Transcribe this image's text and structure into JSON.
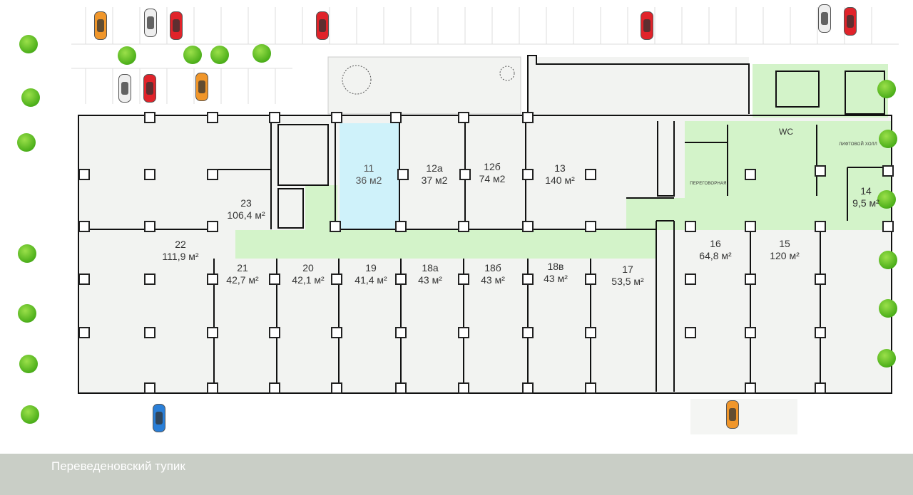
{
  "street_name": "Переведеновский тупик",
  "colors": {
    "corridor": "#d3f3c9",
    "selected": "#cff2fa",
    "interior": "#f2f3f1",
    "road": "#c9cec6"
  },
  "rooms": [
    {
      "id": "11",
      "area": "36 м2",
      "selected": true
    },
    {
      "id": "12а",
      "area": "37 м2"
    },
    {
      "id": "12б",
      "area": "74 м2"
    },
    {
      "id": "13",
      "area": "140 м²"
    },
    {
      "id": "23",
      "area": "106,4 м²"
    },
    {
      "id": "22",
      "area": "111,9 м²"
    },
    {
      "id": "21",
      "area": "42,7 м²"
    },
    {
      "id": "20",
      "area": "42,1 м²"
    },
    {
      "id": "19",
      "area": "41,4 м²"
    },
    {
      "id": "18а",
      "area": "43 м²"
    },
    {
      "id": "18б",
      "area": "43 м²"
    },
    {
      "id": "18в",
      "area": "43 м²"
    },
    {
      "id": "17",
      "area": "53,5 м²"
    },
    {
      "id": "16",
      "area": "64,8 м²"
    },
    {
      "id": "15",
      "area": "120 м²"
    },
    {
      "id": "14",
      "area": "9,5 м²"
    }
  ],
  "labels": {
    "wc": "WC",
    "meeting_room": "ПЕРЕГОВОРНАЯ",
    "elevator_hall": "ЛИФТОВОЙ ХОЛЛ"
  }
}
